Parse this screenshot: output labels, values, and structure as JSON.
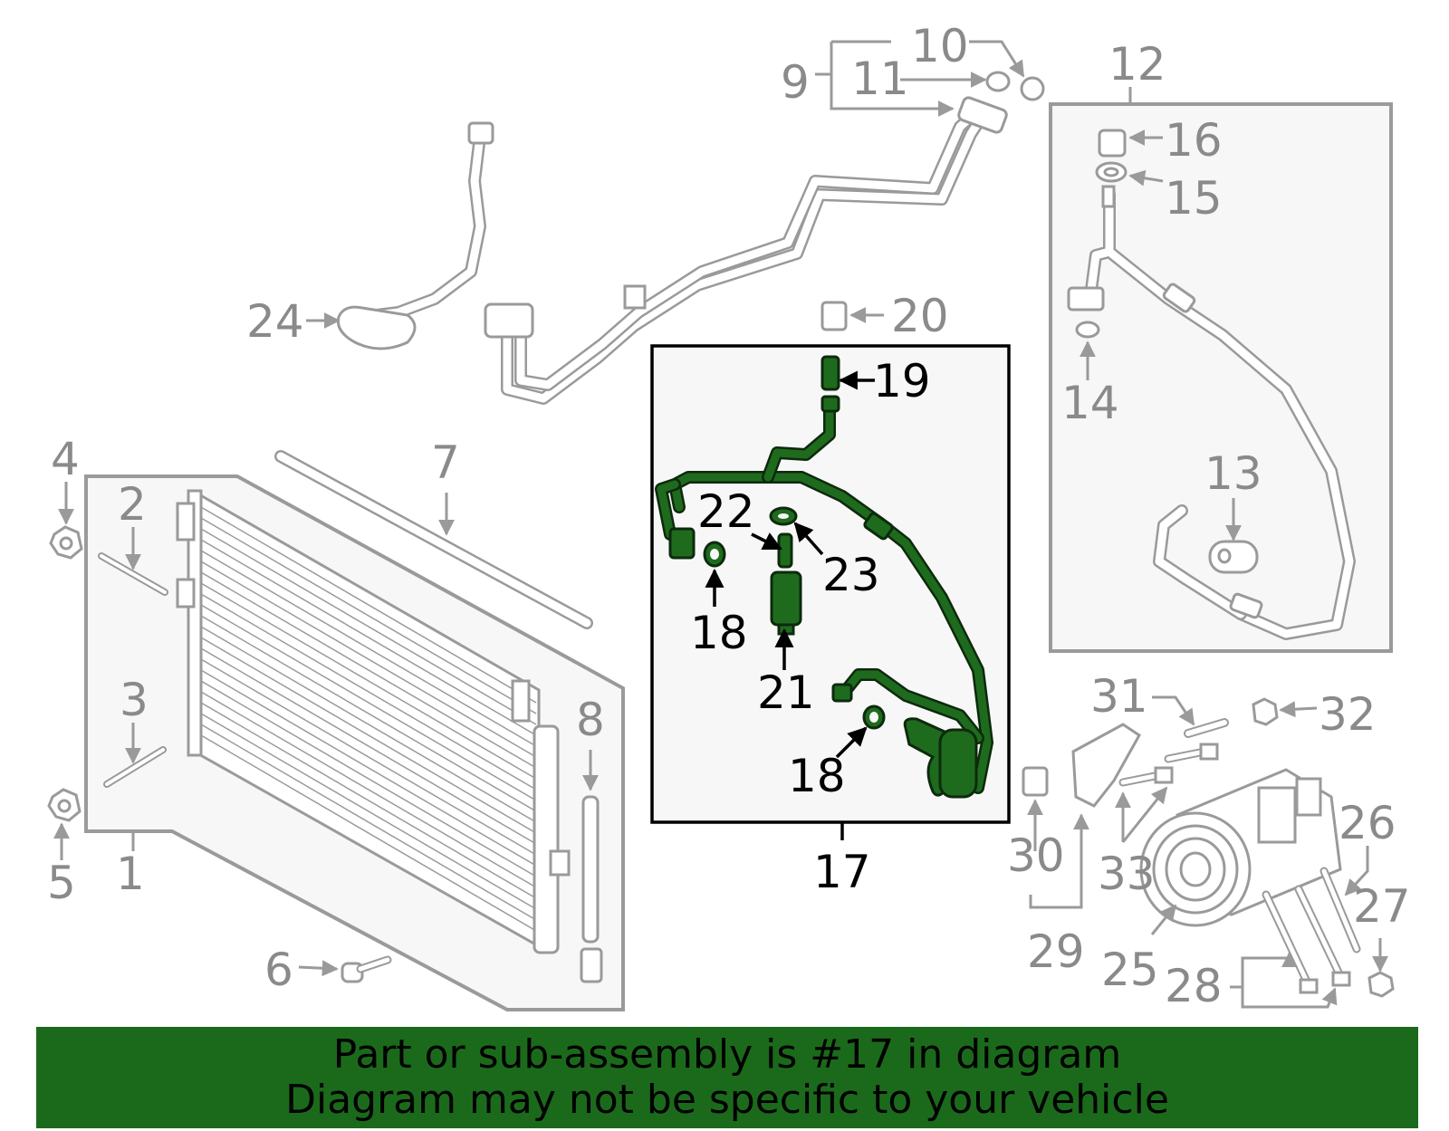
{
  "callouts": {
    "c1": "1",
    "c2": "2",
    "c3": "3",
    "c4": "4",
    "c5": "5",
    "c6": "6",
    "c7": "7",
    "c8": "8",
    "c9": "9",
    "c10": "10",
    "c11": "11",
    "c12": "12",
    "c13": "13",
    "c14": "14",
    "c15": "15",
    "c16": "16",
    "c17": "17",
    "c18a": "18",
    "c18b": "18",
    "c19": "19",
    "c20": "20",
    "c21": "21",
    "c22": "22",
    "c23": "23",
    "c24": "24",
    "c25": "25",
    "c26": "26",
    "c27": "27",
    "c28": "28",
    "c29": "29",
    "c30": "30",
    "c31": "31",
    "c32": "32",
    "c33": "33"
  },
  "banner": {
    "line1": "Part or sub-assembly is #17 in diagram",
    "line2": "Diagram may not be specific to your vehicle"
  },
  "colors": {
    "highlight_part": "#1e6b1e",
    "banner_background": "#1b6a1b",
    "context_parts": "#9a9a9a"
  }
}
